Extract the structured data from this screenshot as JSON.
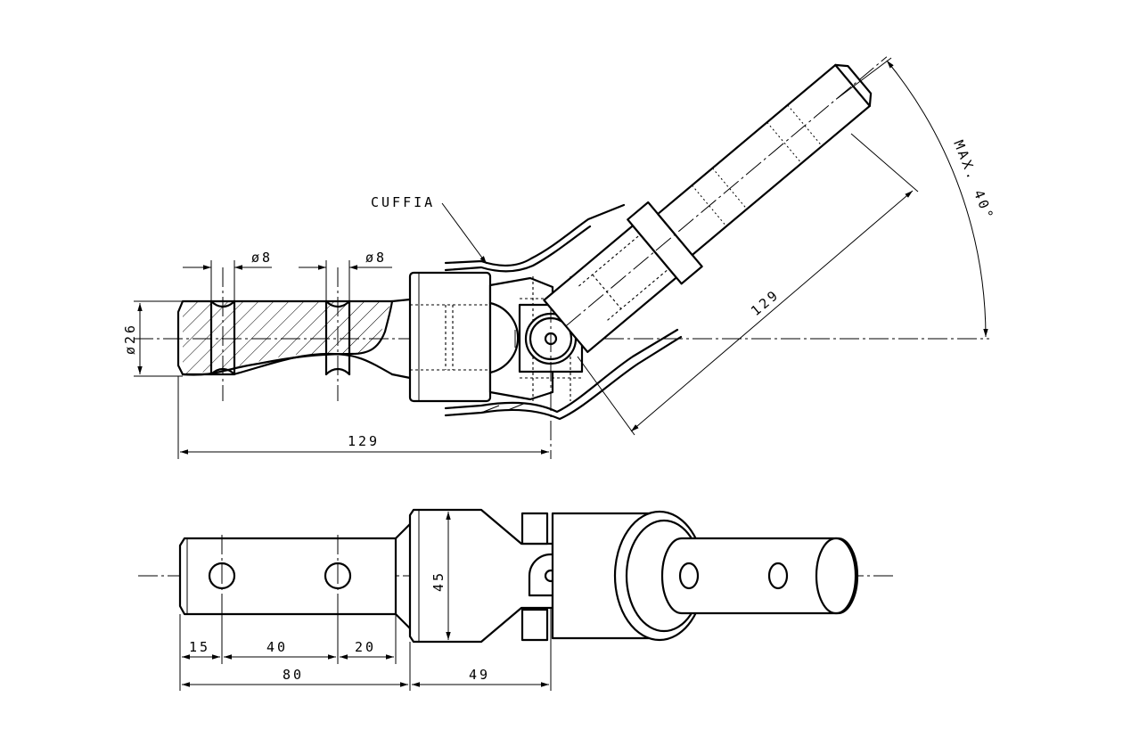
{
  "labels": {
    "cuffia": "CUFFIA",
    "max_angle": "MAX. 40°",
    "bore_a": "ø8",
    "bore_b": "ø8",
    "dia_shaft": "ø26",
    "len_top": "129",
    "len_angled": "129",
    "d15": "15",
    "d40": "40",
    "d20": "20",
    "d80": "80",
    "d49": "49",
    "d45": "45"
  }
}
